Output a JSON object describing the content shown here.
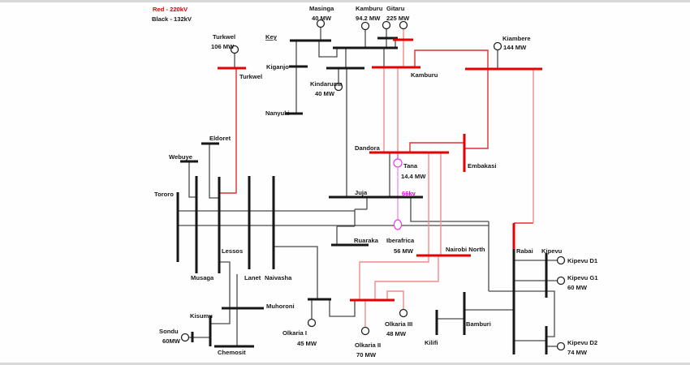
{
  "title": "Kenya power transmission single-line diagram",
  "legend": {
    "red_label": "Red - 220kV",
    "black_label": "Black - 132kV",
    "key_label": "Key",
    "red_color": "#e60000",
    "black_color": "#171717",
    "magenta_color": "#ea00ea",
    "salmon_color": "#f08c8c"
  },
  "labels": {
    "turkwel_gen": "Turkwel",
    "turkwel_mw": "106 MW",
    "turkwel_bus": "Turkwel",
    "masinga": "Masinga",
    "masinga_mw": "40 MW",
    "kamburu_gen": "Kamburu",
    "kamburu_mw": "94.2 MW",
    "gitaru": "Gitaru",
    "gitaru_mw": "225 MW",
    "kamburu_bus": "Kamburu",
    "kiambere": "Kiambere",
    "kiambere_mw": "144 MW",
    "kiganjo": "Kiganjo",
    "kindaruma": "Kindaruma",
    "kindaruma_mw": "40 MW",
    "nanyuki": "Nanyuki",
    "eldoret": "Eldoret",
    "webuye": "Webuye",
    "tororo": "Tororo",
    "dandora": "Dandora",
    "tana": "Tana",
    "tana_mw": "14.4 MW",
    "embakasi": "Embakasi",
    "juja": "Juja",
    "kv66": "66kv",
    "ruaraka": "Ruaraka",
    "iberafrica": "Iberafrica",
    "iberafrica_mw": "56 MW",
    "nairobi_north": "Nairobi North",
    "lessos": "Lessos",
    "musaga": "Musaga",
    "lanet": "Lanet",
    "naivasha": "Naivasha",
    "muhoroni": "Muhoroni",
    "kisumu": "Kisumu",
    "sondu": "Sondu",
    "sondu_mw": "60MW",
    "chemosit": "Chemosit",
    "olkaria1": "Olkaria I",
    "olkaria1_mw": "45 MW",
    "olkaria2": "Olkaria II",
    "olkaria2_mw": "70 MW",
    "olkaria3": "Olkaria III",
    "olkaria3_mw": "48 MW",
    "kilifi": "Kilifi",
    "bamburi": "Bamburi",
    "rabai": "Rabai",
    "kipevu": "Kipevu",
    "kipevu_d1": "Kipevu D1",
    "kipevu_g1": "Kipevu G1",
    "kipevu_g1_mw": "60 MW",
    "kipevu_d2": "Kipevu D2",
    "kipevu_d2_mw": "74 MW"
  },
  "generators": [
    {
      "name": "Turkwel",
      "mw": "106 MW"
    },
    {
      "name": "Masinga",
      "mw": "40 MW"
    },
    {
      "name": "Kamburu",
      "mw": "94.2 MW"
    },
    {
      "name": "Gitaru",
      "mw": "225 MW"
    },
    {
      "name": "Kindaruma",
      "mw": "40 MW"
    },
    {
      "name": "Kiambere",
      "mw": "144 MW"
    },
    {
      "name": "Tana",
      "mw": "14.4 MW"
    },
    {
      "name": "Iberafrica",
      "mw": "56 MW"
    },
    {
      "name": "Sondu",
      "mw": "60MW"
    },
    {
      "name": "Olkaria I",
      "mw": "45 MW"
    },
    {
      "name": "Olkaria II",
      "mw": "70 MW"
    },
    {
      "name": "Olkaria III",
      "mw": "48 MW"
    },
    {
      "name": "Kipevu G1",
      "mw": "60 MW"
    },
    {
      "name": "Kipevu D2",
      "mw": "74 MW"
    }
  ],
  "voltage_note_66kv": "66kv"
}
